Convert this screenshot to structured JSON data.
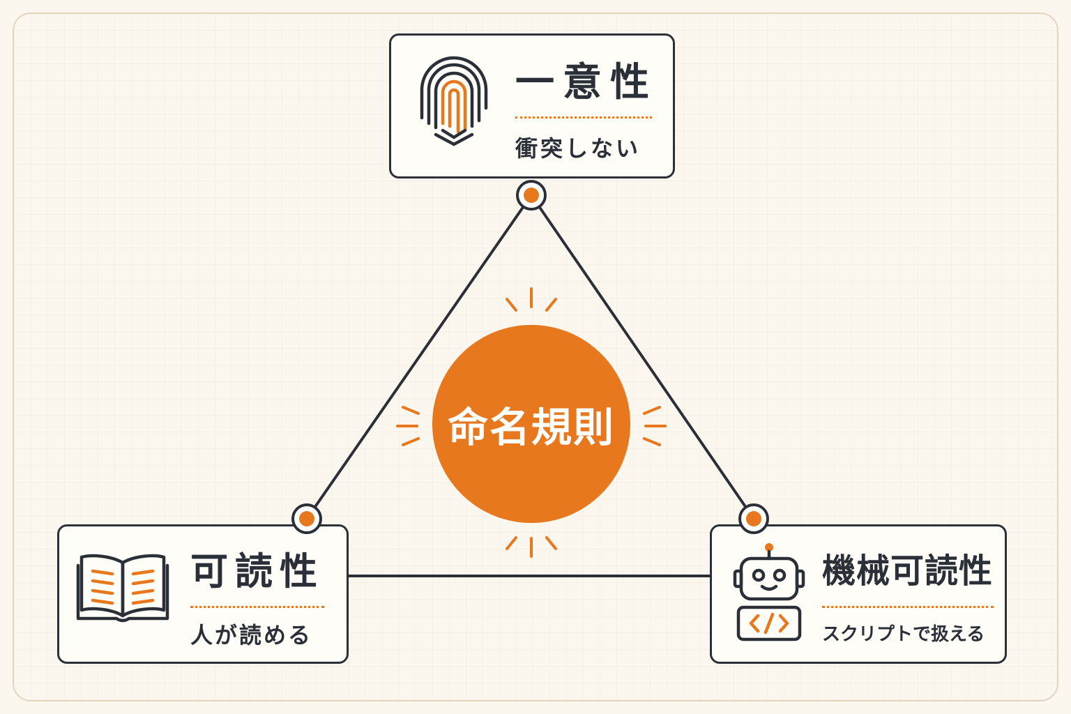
{
  "diagram": {
    "center": {
      "label": "命名規則"
    },
    "nodes": [
      {
        "title": "一意性",
        "subtitle": "衝突しない",
        "icon": "fingerprint-icon"
      },
      {
        "title": "可読性",
        "subtitle": "人が読める",
        "icon": "open-book-icon"
      },
      {
        "title": "機械可読性",
        "subtitle": "スクリプトで扱える",
        "icon": "robot-icon"
      }
    ]
  },
  "colors": {
    "accent": "#e8781e",
    "ink": "#2b3038",
    "background": "#fbf7ef",
    "frame": "#e5d4bd",
    "card": "#fffdf8"
  }
}
